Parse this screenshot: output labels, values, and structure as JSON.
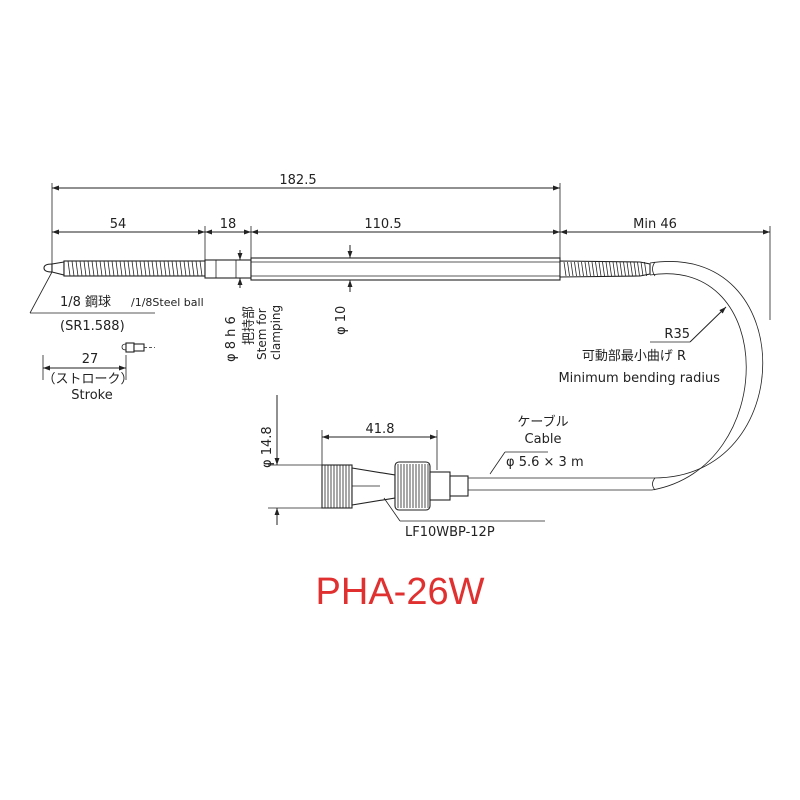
{
  "dimensions": {
    "total_length": "182.5",
    "tip_section": "54",
    "stem_section": "18",
    "body_section": "110.5",
    "cable_min": "Min 46",
    "stroke": "27",
    "connector_length": "41.8",
    "connector_diameter": "φ 14.8"
  },
  "labels": {
    "steel_ball_jp": "1/8 鋼球",
    "steel_ball_en": "/1/8Steel ball",
    "sr": "(SR1.588)",
    "stroke_jp": "（ストローク）",
    "stroke_en": "Stroke",
    "stem_diameter": "φ 8 h 6",
    "stem_jp": "把持部",
    "stem_en_1": "Stem for",
    "stem_en_2": "clamping",
    "body_diameter": "φ 10",
    "radius": "R35",
    "bend_jp": "可動部最小曲げ R",
    "bend_en": "Minimum bending radius",
    "cable_jp": "ケーブル",
    "cable_en": "Cable",
    "cable_spec": "φ 5.6 × 3 m",
    "connector_model": "LF10WBP-12P"
  },
  "title": "PHA-26W"
}
